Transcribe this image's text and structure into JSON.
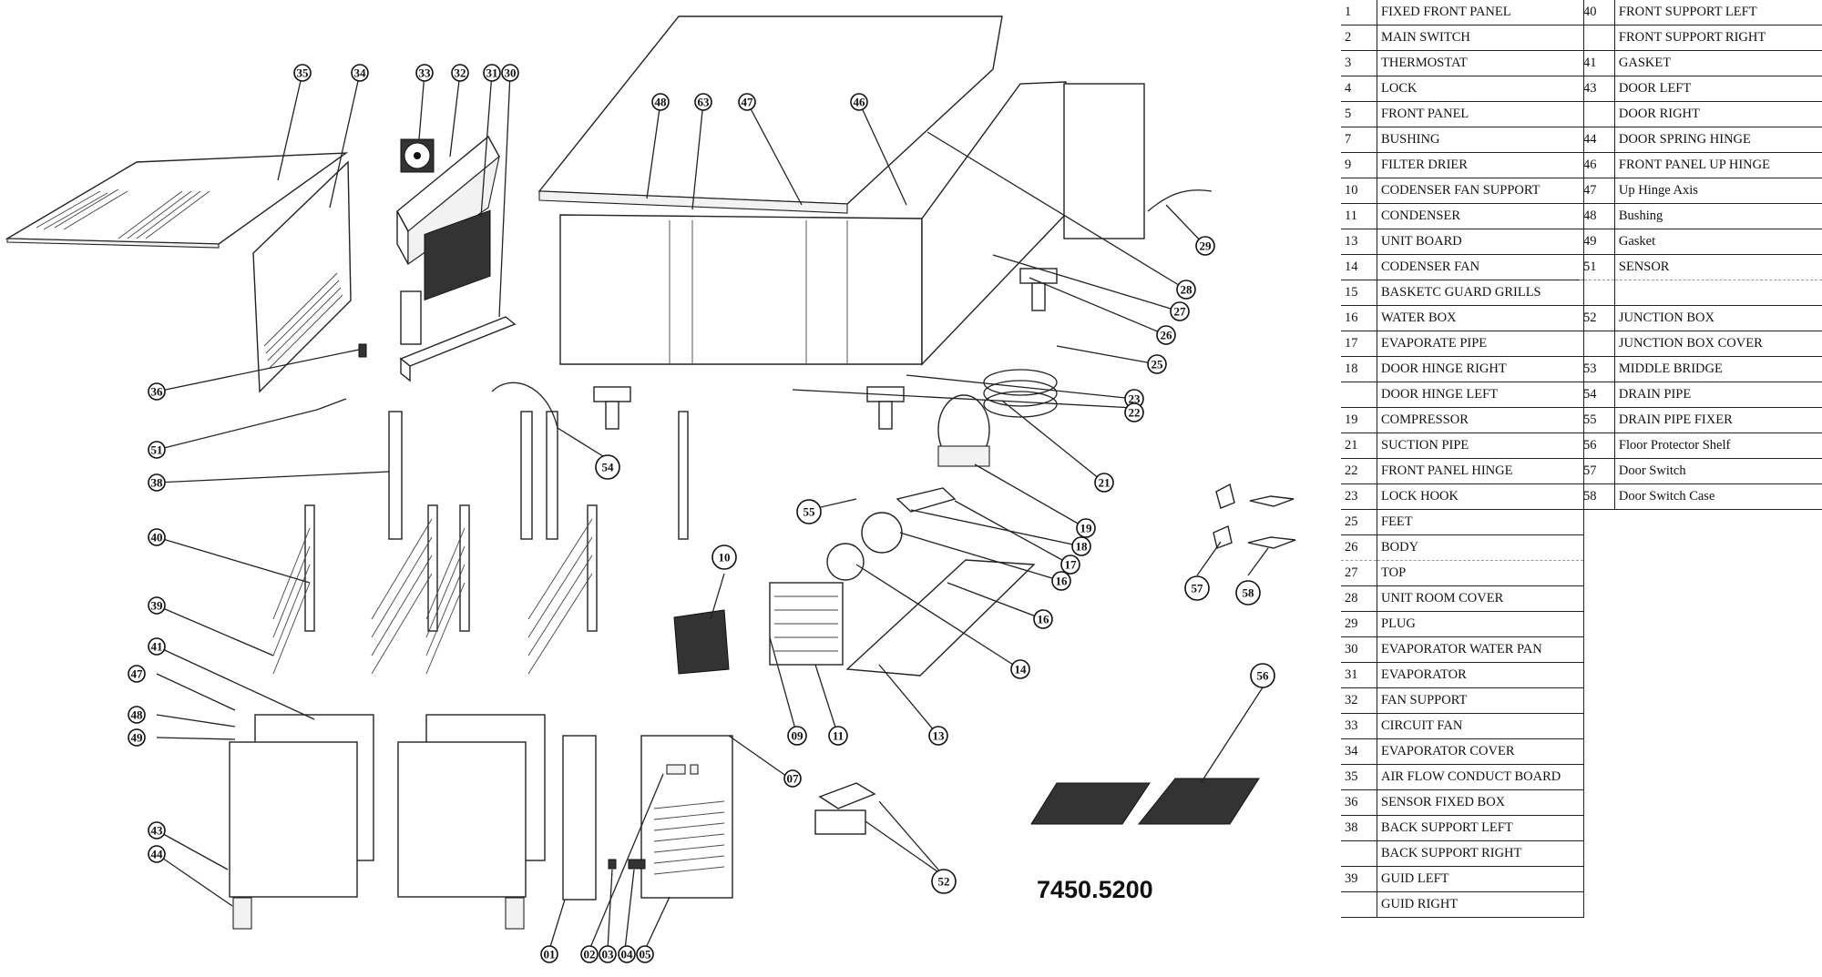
{
  "model_number": "7450.5200",
  "callouts": [
    {
      "id": "c35",
      "text": "35"
    },
    {
      "id": "c34",
      "text": "34"
    },
    {
      "id": "c33",
      "text": "33"
    },
    {
      "id": "c32",
      "text": "32"
    },
    {
      "id": "c31",
      "text": "31"
    },
    {
      "id": "c30",
      "text": "30"
    },
    {
      "id": "c48",
      "text": "48"
    },
    {
      "id": "c63",
      "text": "63"
    },
    {
      "id": "c47t",
      "text": "47"
    },
    {
      "id": "c46",
      "text": "46"
    },
    {
      "id": "c29",
      "text": "29"
    },
    {
      "id": "c28",
      "text": "28"
    },
    {
      "id": "c27",
      "text": "27"
    },
    {
      "id": "c26",
      "text": "26"
    },
    {
      "id": "c25",
      "text": "25"
    },
    {
      "id": "c23",
      "text": "23"
    },
    {
      "id": "c22",
      "text": "22"
    },
    {
      "id": "c21",
      "text": "21"
    },
    {
      "id": "c19",
      "text": "19"
    },
    {
      "id": "c18",
      "text": "18"
    },
    {
      "id": "c17",
      "text": "17"
    },
    {
      "id": "c16a",
      "text": "16"
    },
    {
      "id": "c16b",
      "text": "16"
    },
    {
      "id": "c14",
      "text": "14"
    },
    {
      "id": "c13",
      "text": "13"
    },
    {
      "id": "c11",
      "text": "11"
    },
    {
      "id": "c09",
      "text": "09"
    },
    {
      "id": "c10",
      "text": "10"
    },
    {
      "id": "c55",
      "text": "55"
    },
    {
      "id": "c54",
      "text": "54"
    },
    {
      "id": "c36",
      "text": "36"
    },
    {
      "id": "c51",
      "text": "51"
    },
    {
      "id": "c38",
      "text": "38"
    },
    {
      "id": "c40",
      "text": "40"
    },
    {
      "id": "c39",
      "text": "39"
    },
    {
      "id": "c41",
      "text": "41"
    },
    {
      "id": "c47",
      "text": "47"
    },
    {
      "id": "c48b",
      "text": "48"
    },
    {
      "id": "c49",
      "text": "49"
    },
    {
      "id": "c43",
      "text": "43"
    },
    {
      "id": "c44",
      "text": "44"
    },
    {
      "id": "c07",
      "text": "07"
    },
    {
      "id": "c01",
      "text": "01"
    },
    {
      "id": "c02",
      "text": "02"
    },
    {
      "id": "c03",
      "text": "03"
    },
    {
      "id": "c04",
      "text": "04"
    },
    {
      "id": "c05",
      "text": "05"
    },
    {
      "id": "c52",
      "text": "52"
    },
    {
      "id": "c56",
      "text": "56"
    },
    {
      "id": "c57",
      "text": "57"
    },
    {
      "id": "c58",
      "text": "58"
    }
  ],
  "parts_left": [
    {
      "no": "1",
      "name": "FIXED FRONT PANEL"
    },
    {
      "no": "2",
      "name": "MAIN SWITCH"
    },
    {
      "no": "3",
      "name": "THERMOSTAT"
    },
    {
      "no": "4",
      "name": "LOCK"
    },
    {
      "no": "5",
      "name": "FRONT PANEL"
    },
    {
      "no": "7",
      "name": "BUSHING"
    },
    {
      "no": "9",
      "name": "FILTER DRIER"
    },
    {
      "no": "10",
      "name": "CODENSER FAN SUPPORT"
    },
    {
      "no": "11",
      "name": "CONDENSER"
    },
    {
      "no": "13",
      "name": "UNIT BOARD"
    },
    {
      "no": "14",
      "name": "CODENSER FAN"
    },
    {
      "no": "15",
      "name": "BASKETC GUARD GRILLS"
    },
    {
      "no": "16",
      "name": "WATER BOX"
    },
    {
      "no": "17",
      "name": "EVAPORATE PIPE"
    },
    {
      "no": "18",
      "name": "DOOR HINGE RIGHT"
    },
    {
      "no": "",
      "name": "DOOR HINGE LEFT"
    },
    {
      "no": "19",
      "name": "COMPRESSOR"
    },
    {
      "no": "21",
      "name": "SUCTION PIPE"
    },
    {
      "no": "22",
      "name": "FRONT PANEL HINGE"
    },
    {
      "no": "23",
      "name": "LOCK HOOK"
    },
    {
      "no": "25",
      "name": "FEET"
    },
    {
      "no": "26",
      "name": "BODY"
    },
    {
      "no": "27",
      "name": "TOP"
    },
    {
      "no": "28",
      "name": "UNIT ROOM COVER"
    },
    {
      "no": "29",
      "name": "PLUG"
    },
    {
      "no": "30",
      "name": "EVAPORATOR WATER PAN"
    },
    {
      "no": "31",
      "name": "EVAPORATOR"
    },
    {
      "no": "32",
      "name": "FAN SUPPORT"
    },
    {
      "no": "33",
      "name": "CIRCUIT FAN"
    },
    {
      "no": "34",
      "name": "EVAPORATOR COVER"
    },
    {
      "no": "35",
      "name": "AIR FLOW CONDUCT BOARD"
    },
    {
      "no": "36",
      "name": "SENSOR FIXED BOX"
    },
    {
      "no": "38",
      "name": "BACK SUPPORT LEFT"
    },
    {
      "no": "",
      "name": "BACK SUPPORT RIGHT"
    },
    {
      "no": "39",
      "name": "GUID LEFT"
    },
    {
      "no": "",
      "name": "GUID RIGHT"
    }
  ],
  "parts_right": [
    {
      "no": "40",
      "name": "FRONT SUPPORT LEFT"
    },
    {
      "no": "",
      "name": "FRONT SUPPORT RIGHT"
    },
    {
      "no": "41",
      "name": "GASKET"
    },
    {
      "no": "43",
      "name": "DOOR LEFT"
    },
    {
      "no": "",
      "name": "DOOR RIGHT"
    },
    {
      "no": "44",
      "name": "DOOR SPRING HINGE"
    },
    {
      "no": "46",
      "name": "FRONT PANEL UP HINGE"
    },
    {
      "no": "47",
      "name": "Up Hinge Axis"
    },
    {
      "no": "48",
      "name": "Bushing"
    },
    {
      "no": "49",
      "name": "Gasket"
    },
    {
      "no": "51",
      "name": "SENSOR"
    },
    {
      "no": "",
      "name": ""
    },
    {
      "no": "52",
      "name": "JUNCTION BOX"
    },
    {
      "no": "",
      "name": "JUNCTION BOX COVER"
    },
    {
      "no": "53",
      "name": "MIDDLE BRIDGE"
    },
    {
      "no": "54",
      "name": "DRAIN PIPE"
    },
    {
      "no": "55",
      "name": "DRAIN PIPE FIXER"
    },
    {
      "no": "56",
      "name": "Floor Protector Shelf"
    },
    {
      "no": "57",
      "name": "Door Switch"
    },
    {
      "no": "58",
      "name": "Door Switch Case"
    }
  ]
}
